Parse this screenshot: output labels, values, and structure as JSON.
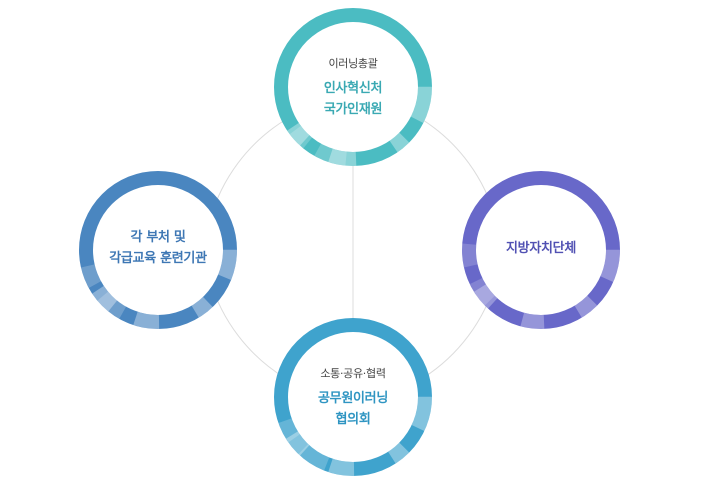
{
  "nodes": {
    "top": {
      "sub": "이러닝총괄",
      "line1": "인사혁신처",
      "line2": "국가인재원",
      "color": "#4bbcc2",
      "text_color": "#3aa9b3"
    },
    "left": {
      "line1": "각 부처 및",
      "line2": "각급교육 훈련기관",
      "color": "#4a86c0",
      "text_color": "#3e77b4"
    },
    "right": {
      "line1": "지방자치단체",
      "color": "#6868c9",
      "text_color": "#5151b3"
    },
    "bottom": {
      "sub": "소통·공유·협력",
      "line1": "공무원이러닝",
      "line2": "협의회",
      "color": "#3fa3cd",
      "text_color": "#2f95c2"
    }
  }
}
